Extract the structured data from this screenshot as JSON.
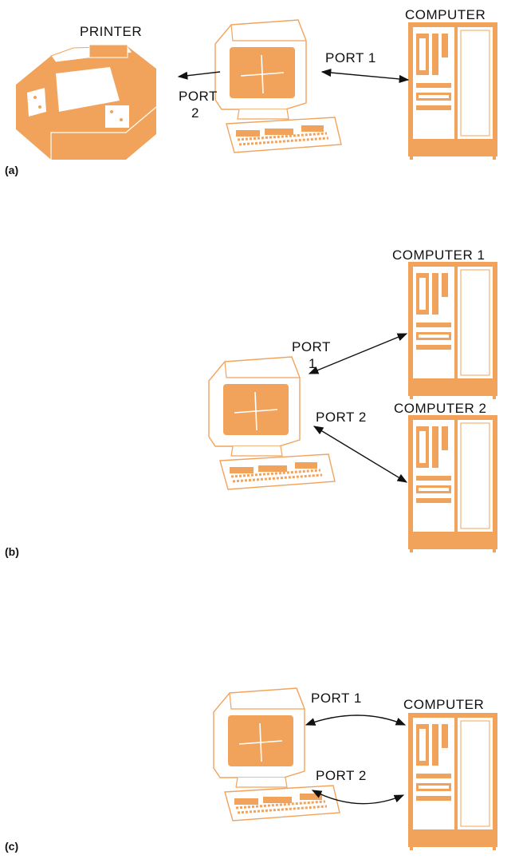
{
  "colors": {
    "device": "#F2A35B",
    "line": "#111111",
    "background": "#ffffff"
  },
  "panel_a": {
    "tag": "(a)",
    "printer_label": "PRINTER",
    "computer_label": "COMPUTER",
    "port1_label": "PORT 1",
    "port2_label_line1": "PORT",
    "port2_label_line2": "2"
  },
  "panel_b": {
    "tag": "(b)",
    "computer1_label": "COMPUTER 1",
    "computer2_label": "COMPUTER 2",
    "port1_label_line1": "PORT",
    "port1_label_line2": "1",
    "port2_label": "PORT 2"
  },
  "panel_c": {
    "tag": "(c)",
    "computer_label": "COMPUTER",
    "port1_label": "PORT 1",
    "port2_label": "PORT 2"
  }
}
